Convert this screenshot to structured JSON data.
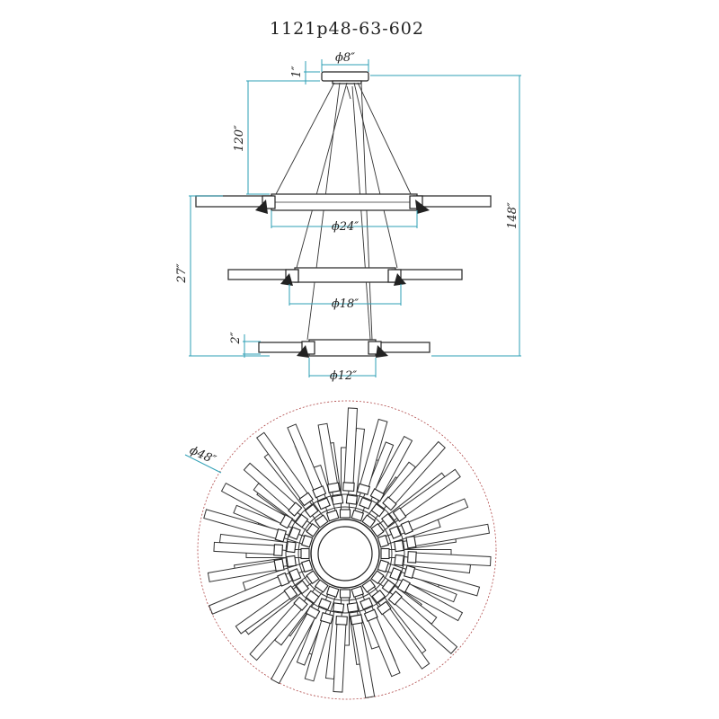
{
  "title": "1121p48-63-602",
  "dimensions": {
    "canopy_height": "1″",
    "canopy_diameter": "ϕ8″",
    "hang_length": "120″",
    "overall_height": "148″",
    "tier_span": "27″",
    "ring_height": "2″",
    "ring_top": "ϕ24″",
    "ring_middle": "ϕ18″",
    "ring_bottom": "ϕ12″",
    "overall_diameter": "ϕ48″"
  },
  "colors": {
    "dimension_lines": "#2e9fb5",
    "outline": "#333333",
    "outer_circle": "#b04848"
  }
}
